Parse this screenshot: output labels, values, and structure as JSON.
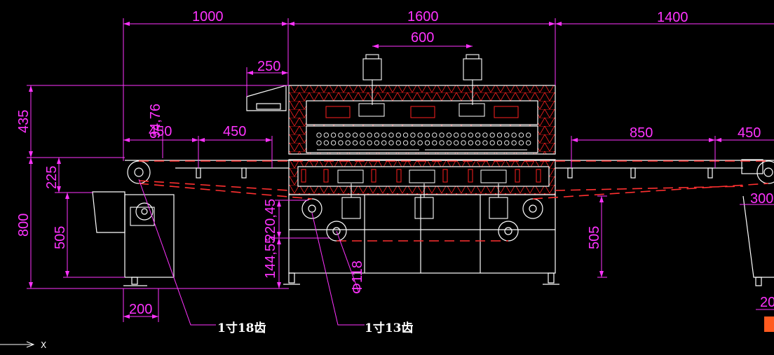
{
  "dimensions": {
    "d1000": "1000",
    "d1600": "1600",
    "d1400": "1400",
    "d600": "600",
    "d250": "250",
    "d435": "435",
    "d94_76": "94,76",
    "d450a": "450",
    "d450b": "450",
    "d850": "850",
    "d450c": "450",
    "d225": "225",
    "d800": "800",
    "d505a": "505",
    "d220_45": "220,45",
    "d144_55": "144,55",
    "d118": "Φ118",
    "d505b": "505",
    "d300": "300",
    "d200a": "200",
    "d200b": "20"
  },
  "notes": {
    "sprocket_18": "1寸18齿",
    "sprocket_13": "1寸13齿"
  },
  "axis": {
    "x_label": "X"
  },
  "colors": {
    "dimension": "#ff33ff",
    "outline": "#ffffff",
    "hatch": "#ff2020",
    "chain": "#ff3030"
  }
}
